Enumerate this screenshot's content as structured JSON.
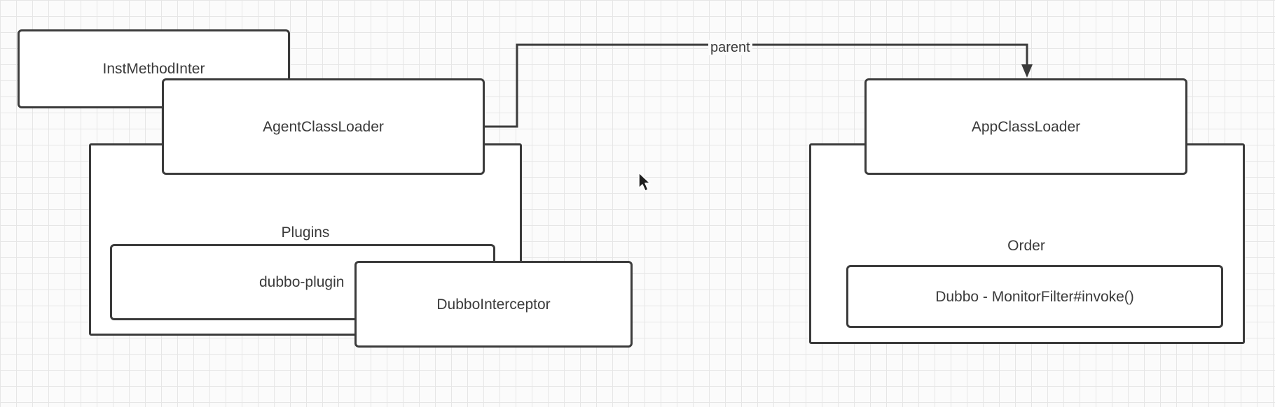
{
  "diagram": {
    "left_container": {
      "title": "Plugins"
    },
    "right_container": {
      "title": "Order"
    },
    "nodes": {
      "inst_method_inter": "InstMethodInter",
      "agent_class_loader": "AgentClassLoader",
      "dubbo_plugin": "dubbo-plugin",
      "dubbo_interceptor": "DubboInterceptor",
      "app_class_loader": "AppClassLoader",
      "monitor_filter": "Dubbo - MonitorFilter#invoke()"
    },
    "edges": {
      "parent_label": "parent"
    }
  },
  "colors": {
    "stroke": "#3b3b3b",
    "text": "#3a3a3a",
    "grid": "#e6e6e6",
    "background": "#fbfbfb"
  },
  "icons": {
    "cursor": "mouse-pointer-icon"
  }
}
